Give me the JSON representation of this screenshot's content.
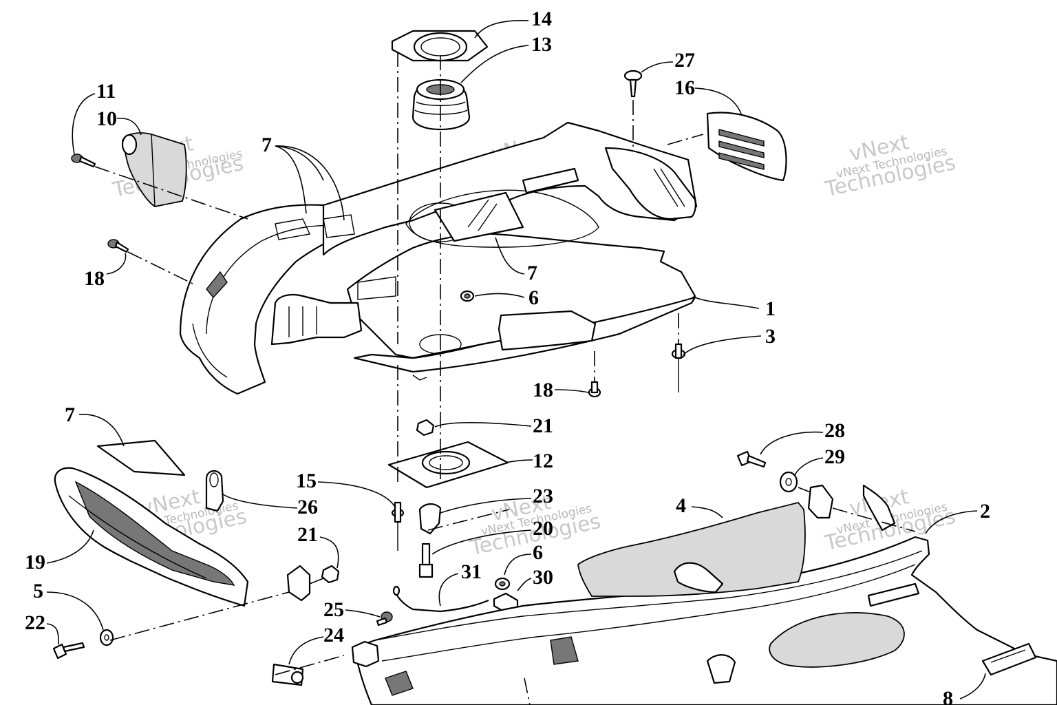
{
  "watermark": {
    "line1": "vNext",
    "line2": "Technologies",
    "small": "vNext Technologies"
  },
  "callouts": [
    {
      "id": "c14",
      "label": "14"
    },
    {
      "id": "c13",
      "label": "13"
    },
    {
      "id": "c27",
      "label": "27"
    },
    {
      "id": "c16",
      "label": "16"
    },
    {
      "id": "c11",
      "label": "11"
    },
    {
      "id": "c10",
      "label": "10"
    },
    {
      "id": "c7a",
      "label": "7"
    },
    {
      "id": "c7b",
      "label": "7"
    },
    {
      "id": "c18a",
      "label": "18"
    },
    {
      "id": "c6a",
      "label": "6"
    },
    {
      "id": "c1",
      "label": "1"
    },
    {
      "id": "c3",
      "label": "3"
    },
    {
      "id": "c18b",
      "label": "18"
    },
    {
      "id": "c7c",
      "label": "7"
    },
    {
      "id": "c21a",
      "label": "21"
    },
    {
      "id": "c12",
      "label": "12"
    },
    {
      "id": "c28",
      "label": "28"
    },
    {
      "id": "c29",
      "label": "29"
    },
    {
      "id": "c15",
      "label": "15"
    },
    {
      "id": "c26a",
      "label": "26"
    },
    {
      "id": "c23",
      "label": "23"
    },
    {
      "id": "c4",
      "label": "4"
    },
    {
      "id": "c2",
      "label": "2"
    },
    {
      "id": "c21b",
      "label": "21"
    },
    {
      "id": "c20",
      "label": "20"
    },
    {
      "id": "c19",
      "label": "19"
    },
    {
      "id": "c6b",
      "label": "6"
    },
    {
      "id": "c31",
      "label": "31"
    },
    {
      "id": "c30",
      "label": "30"
    },
    {
      "id": "c5",
      "label": "5"
    },
    {
      "id": "c25",
      "label": "25"
    },
    {
      "id": "c22",
      "label": "22"
    },
    {
      "id": "c24",
      "label": "24"
    },
    {
      "id": "c8",
      "label": "8"
    }
  ]
}
